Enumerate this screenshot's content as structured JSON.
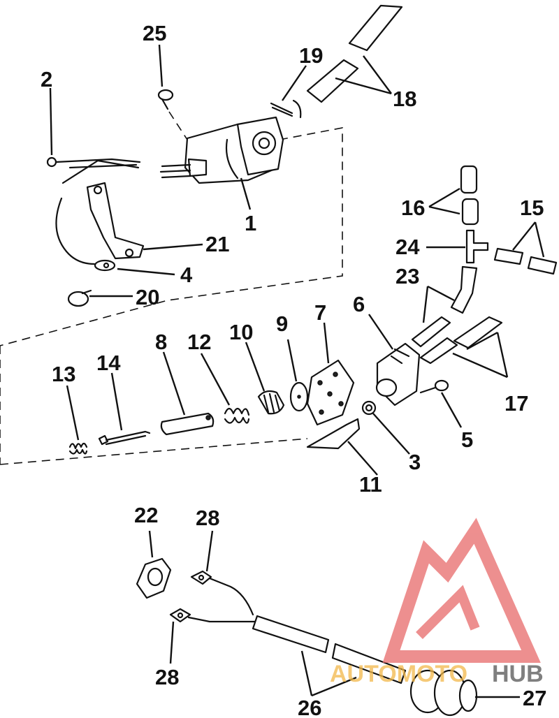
{
  "diagram": {
    "callouts": {
      "c1": "1",
      "c2": "2",
      "c3": "3",
      "c4": "4",
      "c5": "5",
      "c6": "6",
      "c7": "7",
      "c8": "8",
      "c9": "9",
      "c10": "10",
      "c11": "11",
      "c12": "12",
      "c13": "13",
      "c14": "14",
      "c15": "15",
      "c16": "16",
      "c17": "17",
      "c18": "18",
      "c19": "19",
      "c20": "20",
      "c21": "21",
      "c22": "22",
      "c23": "23",
      "c24": "24",
      "c25": "25",
      "c26": "26",
      "c27": "27",
      "c28a": "28",
      "c28b": "28"
    }
  },
  "watermark": {
    "text_left": "AUTOMOTO",
    "text_right": "HUB",
    "colors": {
      "triangle": "#e86a6a",
      "text_left": "#f2b84a",
      "text_right": "#555555"
    }
  }
}
